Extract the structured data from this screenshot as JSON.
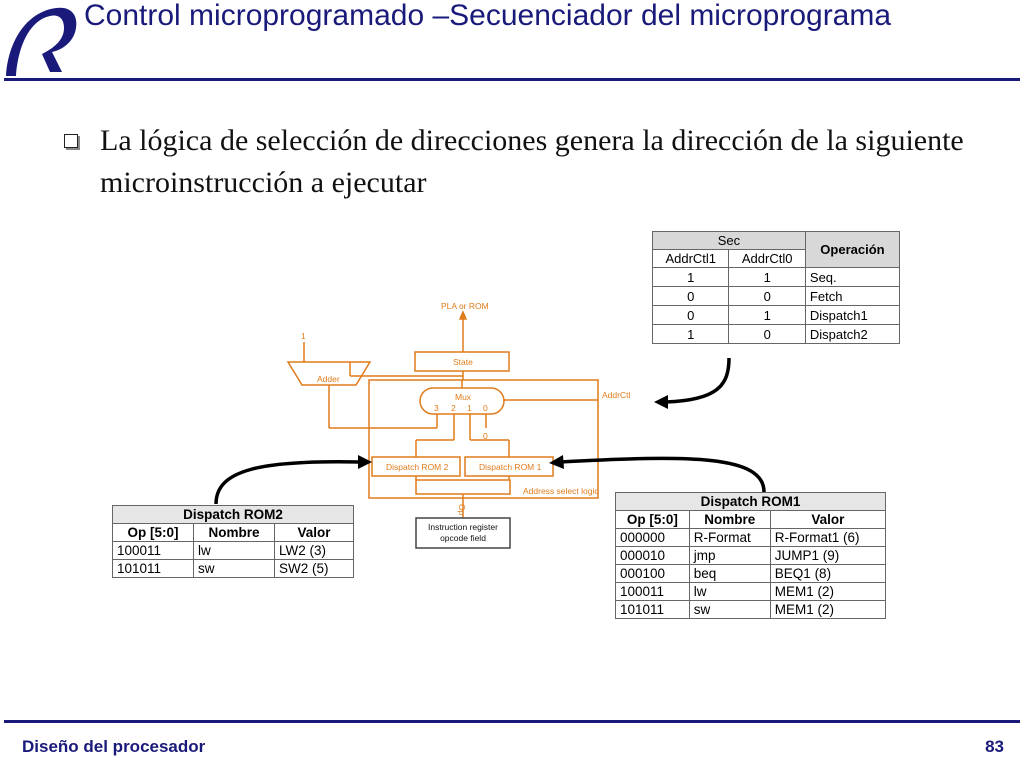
{
  "slide": {
    "title": "Control microprogramado –Secuenciador del microprograma",
    "bullet": "La lógica de selección de direcciones genera la dirección de la siguiente microinstrucción a ejecutar",
    "footer_left": "Diseño del procesador",
    "page_number": "83"
  },
  "seq_table": {
    "group_header": "Sec",
    "op_header": "Operación",
    "col1": "AddrCtl1",
    "col2": "AddrCtl0",
    "rows": [
      [
        "1",
        "1",
        "Seq."
      ],
      [
        "0",
        "0",
        "Fetch"
      ],
      [
        "0",
        "1",
        "Dispatch1"
      ],
      [
        "1",
        "0",
        "Dispatch2"
      ]
    ]
  },
  "rom2": {
    "title": "Dispatch ROM2",
    "headers": [
      "Op [5:0]",
      "Nombre",
      "Valor"
    ],
    "rows": [
      [
        "100011",
        "lw",
        "LW2 (3)"
      ],
      [
        "101011",
        "sw",
        "SW2 (5)"
      ]
    ]
  },
  "rom1": {
    "title": "Dispatch ROM1",
    "headers": [
      "Op [5:0]",
      "Nombre",
      "Valor"
    ],
    "rows": [
      [
        "000000",
        "R-Format",
        "R-Format1 (6)"
      ],
      [
        "000010",
        "jmp",
        "JUMP1 (9)"
      ],
      [
        "000100",
        "beq",
        "BEQ1 (8)"
      ],
      [
        "100011",
        "lw",
        "MEM1 (2)"
      ],
      [
        "101011",
        "sw",
        "MEM1 (2)"
      ]
    ]
  },
  "diagram": {
    "pla": "PLA or ROM",
    "state": "State",
    "adder": "Adder",
    "one": "1",
    "mux": "Mux",
    "mux_inputs": [
      "3",
      "2",
      "1",
      "0"
    ],
    "zero": "0",
    "addrctl": "AddrCtl",
    "rom2": "Dispatch ROM 2",
    "rom1": "Dispatch ROM 1",
    "addr_select": "Address select logic",
    "op": "Op",
    "ir": "Instruction register opcode field",
    "color": "#e07b1a"
  }
}
